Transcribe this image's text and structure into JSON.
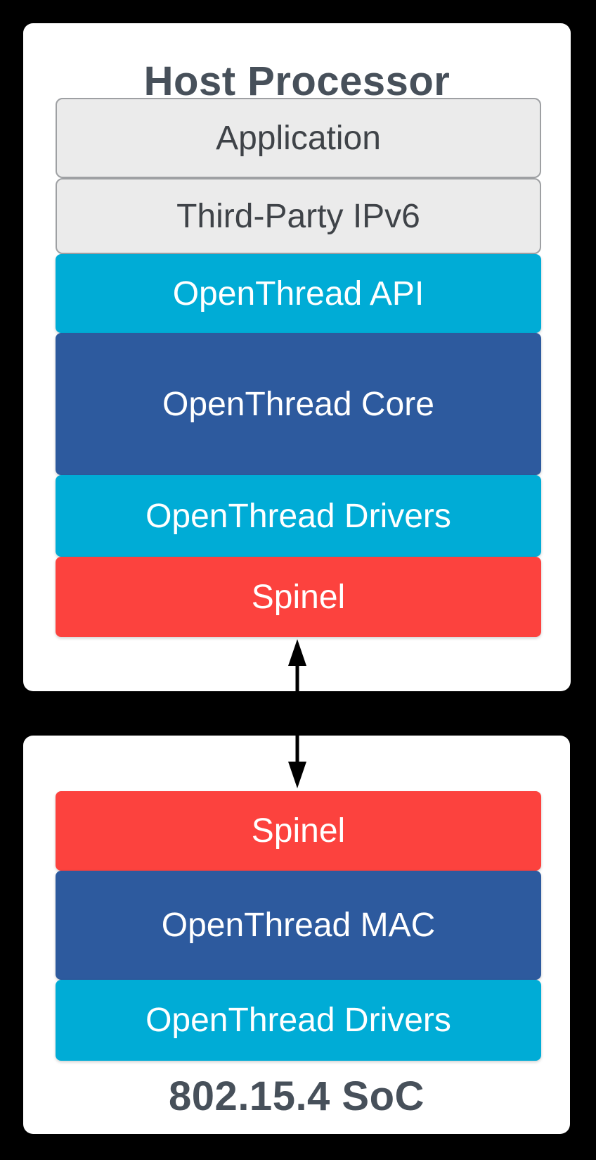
{
  "diagram": {
    "host": {
      "title": "Host Processor",
      "layers": [
        {
          "label": "Application",
          "type": "external"
        },
        {
          "label": "Third-Party IPv6",
          "type": "external"
        },
        {
          "label": "OpenThread API",
          "type": "api"
        },
        {
          "label": "OpenThread Core",
          "type": "core"
        },
        {
          "label": "OpenThread Drivers",
          "type": "drivers"
        },
        {
          "label": "Spinel",
          "type": "spinel"
        }
      ]
    },
    "soc": {
      "title": "802.15.4 SoC",
      "layers": [
        {
          "label": "Spinel",
          "type": "spinel"
        },
        {
          "label": "OpenThread MAC",
          "type": "mac"
        },
        {
          "label": "OpenThread Drivers",
          "type": "drivers"
        }
      ]
    },
    "connector": "bidirectional-arrow",
    "colors": {
      "cyan": "#00ACD6",
      "blue": "#2D5A9E",
      "red": "#FC423E",
      "gray_fill": "#EBEBEB",
      "gray_border": "#9EA0A3",
      "title_text": "#47505A",
      "label_text": "#3F4348",
      "panel": "#FFFFFF",
      "background": "#000000"
    }
  }
}
